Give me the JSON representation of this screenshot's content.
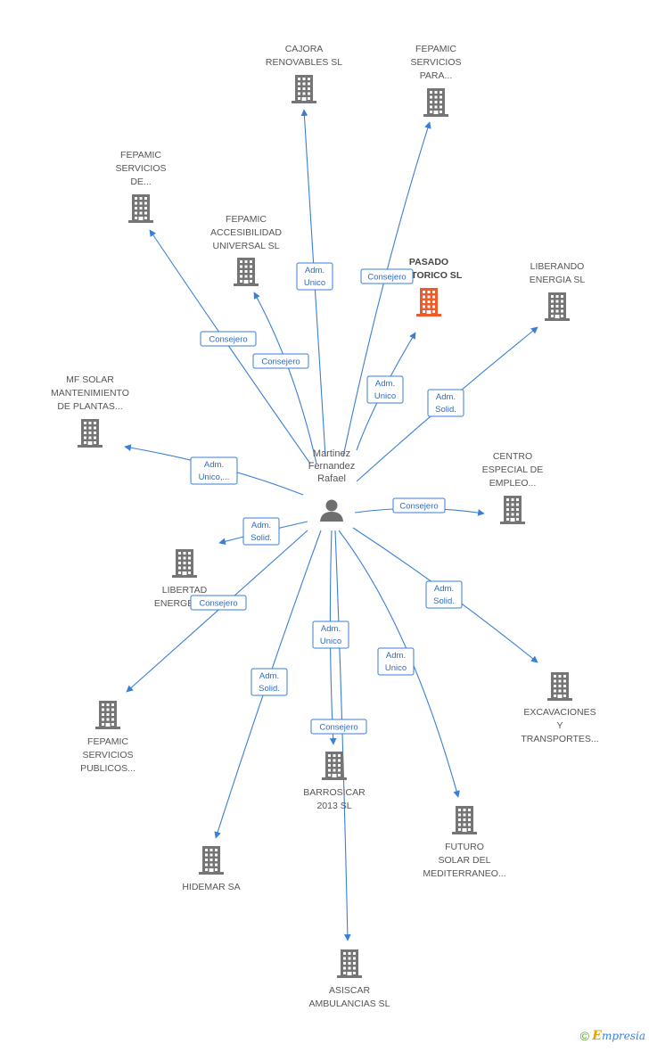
{
  "center": {
    "label_lines": [
      "Martinez",
      "Fernandez",
      "Rafael"
    ],
    "icon": "person-icon"
  },
  "colors": {
    "edge": "#3a7fd5",
    "building": "#757575",
    "highlight_building": "#f05a28"
  },
  "companies": [
    {
      "id": "cajora",
      "lines": [
        "CAJORA",
        "RENOVABLES SL"
      ],
      "icon": "building-icon"
    },
    {
      "id": "fepamic-servicios-para",
      "lines": [
        "FEPAMIC",
        "SERVICIOS",
        "PARA..."
      ],
      "icon": "building-icon"
    },
    {
      "id": "fepamic-servicios-de",
      "lines": [
        "FEPAMIC",
        "SERVICIOS",
        "DE..."
      ],
      "icon": "building-icon"
    },
    {
      "id": "fepamic-accesibilidad",
      "lines": [
        "FEPAMIC",
        "ACCESIBILIDAD",
        "UNIVERSAL SL"
      ],
      "icon": "building-icon"
    },
    {
      "id": "pasado-historico",
      "lines": [
        "PASADO",
        "HISTORICO SL"
      ],
      "icon": "building-icon",
      "highlight": true
    },
    {
      "id": "liberando",
      "lines": [
        "LIBERANDO",
        "ENERGIA SL"
      ],
      "icon": "building-icon"
    },
    {
      "id": "mf-solar",
      "lines": [
        "MF SOLAR",
        "MANTENIMIENTO",
        "DE PLANTAS..."
      ],
      "icon": "building-icon"
    },
    {
      "id": "centro-especial",
      "lines": [
        "CENTRO",
        "ESPECIAL DE",
        "EMPLEO..."
      ],
      "icon": "building-icon"
    },
    {
      "id": "libertad",
      "lines": [
        "LIBERTAD",
        "ENERGETICA"
      ],
      "icon": "building-icon"
    },
    {
      "id": "excavaciones",
      "lines": [
        "EXCAVACIONES",
        "Y",
        "TRANSPORTES..."
      ],
      "icon": "building-icon"
    },
    {
      "id": "fepamic-publicos",
      "lines": [
        "FEPAMIC",
        "SERVICIOS",
        "PUBLICOS..."
      ],
      "icon": "building-icon"
    },
    {
      "id": "barrosicar",
      "lines": [
        "BARROSICAR",
        "2013 SL"
      ],
      "icon": "building-icon"
    },
    {
      "id": "futuro-solar",
      "lines": [
        "FUTURO",
        "SOLAR DEL",
        "MEDITERRANEO..."
      ],
      "icon": "building-icon"
    },
    {
      "id": "hidemar",
      "lines": [
        "HIDEMAR SA"
      ],
      "icon": "building-icon"
    },
    {
      "id": "asiscar",
      "lines": [
        "ASISCAR",
        "AMBULANCIAS SL"
      ],
      "icon": "building-icon"
    }
  ],
  "edges": [
    {
      "to": "cajora",
      "label_lines": [
        "Adm.",
        "Unico"
      ]
    },
    {
      "to": "fepamic-servicios-para",
      "label_lines": [
        "Consejero"
      ]
    },
    {
      "to": "fepamic-servicios-de",
      "label_lines": [
        "Consejero"
      ]
    },
    {
      "to": "fepamic-accesibilidad",
      "label_lines": [
        "Consejero"
      ]
    },
    {
      "to": "pasado-historico",
      "label_lines": [
        "Adm.",
        "Unico"
      ]
    },
    {
      "to": "liberando",
      "label_lines": [
        "Adm.",
        "Solid."
      ]
    },
    {
      "to": "mf-solar",
      "label_lines": [
        "Adm.",
        "Unico,..."
      ]
    },
    {
      "to": "centro-especial",
      "label_lines": [
        "Consejero"
      ]
    },
    {
      "to": "libertad",
      "label_lines": [
        "Adm.",
        "Solid."
      ]
    },
    {
      "to": "excavaciones",
      "label_lines": [
        "Adm.",
        "Solid."
      ]
    },
    {
      "to": "fepamic-publicos",
      "label_lines": [
        "Consejero"
      ]
    },
    {
      "to": "barrosicar",
      "label_lines": [
        "Adm.",
        "Unico"
      ]
    },
    {
      "to": "futuro-solar",
      "label_lines": [
        "Adm.",
        "Unico"
      ]
    },
    {
      "to": "hidemar",
      "label_lines": [
        "Adm.",
        "Solid."
      ]
    },
    {
      "to": "asiscar",
      "label_lines": [
        "Consejero"
      ]
    }
  ],
  "footer": {
    "copyright": "©",
    "brand_initial": "E",
    "brand_rest": "mpresia"
  }
}
